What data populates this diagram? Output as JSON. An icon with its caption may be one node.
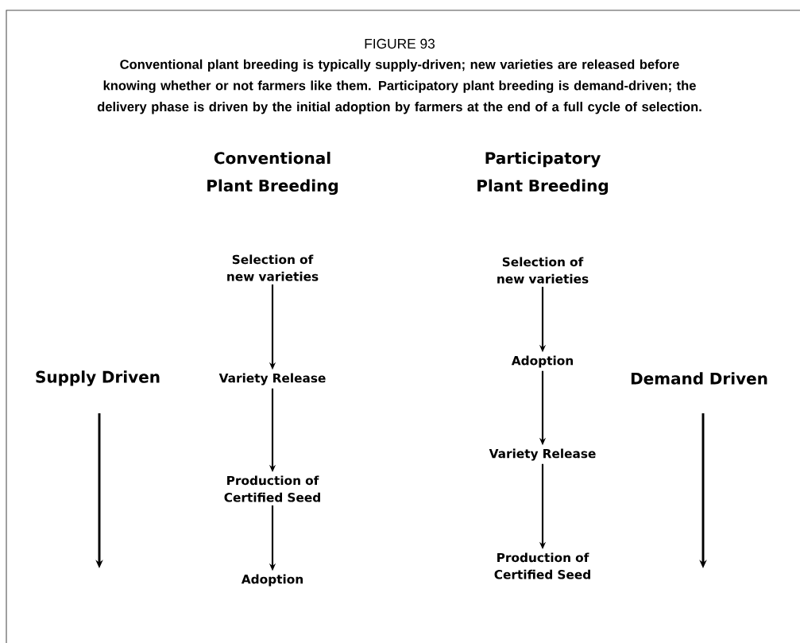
{
  "diagram": {
    "title": "FIGURE 93",
    "caption": "Conventional plant breeding is typically supply-driven; new varieties are released before knowing whether or not farmers like them. Participatory plant breeding is demand-driven; the delivery phase is driven by the initial adoption by farmers at the end of a full cycle of selection.",
    "nodes": [
      {
        "text": [
          "Selection of new varieties"
        ]
      },
      {
        "text": [
          "Variety Release"
        ]
      },
      {
        "text": [
          "Production of Certified Seed"
        ]
      },
      {
        "text": [
          "Adoption"
        ]
      },
      {
        "text": [
          "Selection of new varieties"
        ]
      },
      {
        "text": [
          "Adoption"
        ]
      },
      {
        "text": [
          "Variety Release"
        ]
      },
      {
        "text": [
          "Production of Certified Seed"
        ]
      }
    ],
    "edges": [
      {
        "from": 0,
        "to": 1,
        "arrow": "to"
      },
      {
        "from": 1,
        "to": 2,
        "arrow": "to"
      },
      {
        "from": 2,
        "to": 3,
        "arrow": "to"
      },
      {
        "from": 4,
        "to": 5,
        "arrow": "to"
      },
      {
        "from": 5,
        "to": 6,
        "arrow": "to"
      },
      {
        "from": 6,
        "to": 7,
        "arrow": "to"
      }
    ],
    "labels": [
      "Conventional Plant Breeding",
      "Participatory Plant Breeding",
      "Supply Driven",
      "Demand Driven"
    ]
  }
}
